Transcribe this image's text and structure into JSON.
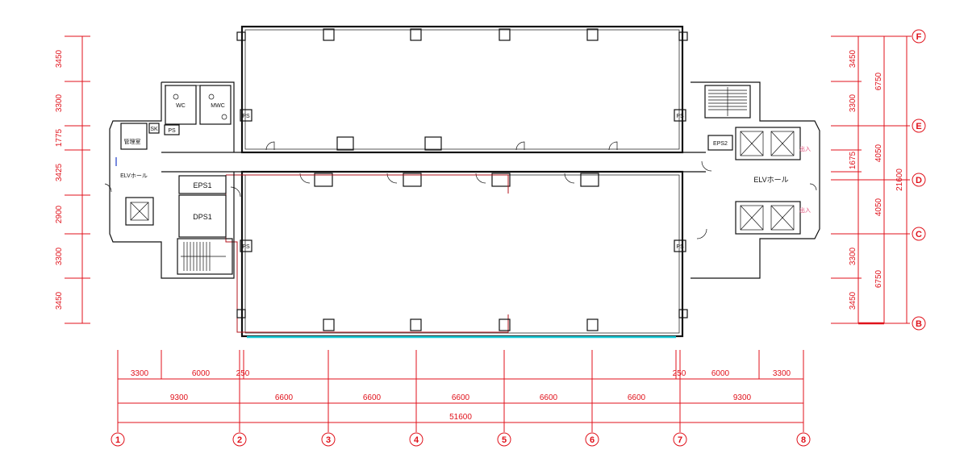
{
  "colors": {
    "dimension": "#e0121b",
    "wall": "#111111",
    "glazing": "#19c9d6",
    "annotation": "#e0507a"
  },
  "left_dims": [
    "3450",
    "3300",
    "1775",
    "3425",
    "2900",
    "3300",
    "3450"
  ],
  "right_dims_inner": [
    "3450",
    "3300",
    "1675",
    "3300",
    "3450"
  ],
  "right_dims_mid": [
    "6750",
    "4050",
    "4050",
    "6750"
  ],
  "right_dims_total": "21600",
  "row_axes": [
    "F",
    "E",
    "D",
    "C",
    "B"
  ],
  "bottom_row1": [
    "3300",
    "6000",
    "250",
    "250",
    "6000",
    "3300"
  ],
  "bottom_row2": [
    "9300",
    "6600",
    "6600",
    "6600",
    "6600",
    "6600",
    "9300"
  ],
  "bottom_total": "51600",
  "col_axes": [
    "1",
    "2",
    "3",
    "4",
    "5",
    "6",
    "7",
    "8"
  ],
  "rooms": {
    "elv_hall_left": "ELVホール",
    "elv_hall_right": "ELVホール",
    "eps1": "EPS1",
    "dps1": "DPS1",
    "eps2": "EPS2",
    "wc_left": "WC",
    "wc_right": "MWC",
    "ps": "PS",
    "small_room": "管理室",
    "sk": "SK",
    "entrance_top": "出入",
    "entrance_bottom": "出入"
  }
}
